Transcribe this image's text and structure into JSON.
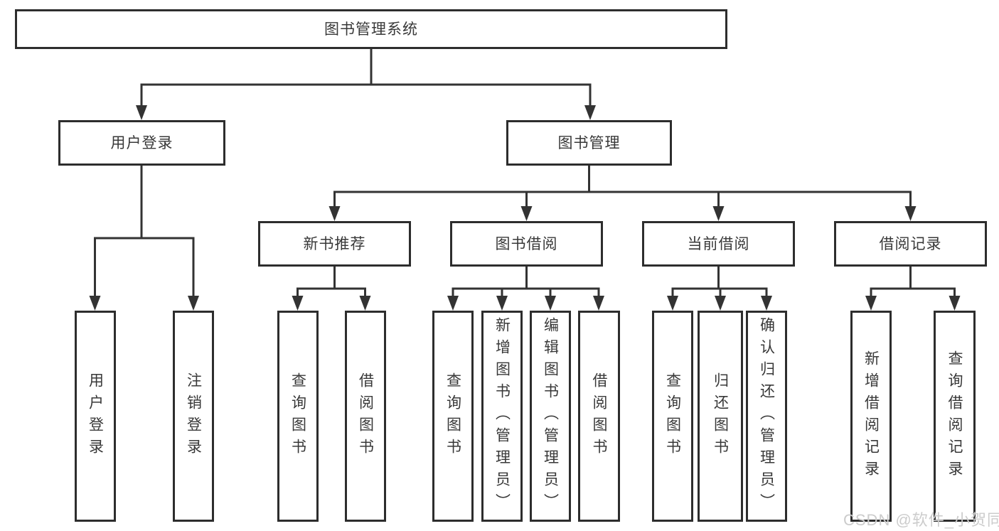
{
  "tree": {
    "root": {
      "label": "图书管理系统"
    },
    "login_branch": {
      "label": "用户登录",
      "children": [
        {
          "label": "用户登录"
        },
        {
          "label": "注销登录"
        }
      ]
    },
    "mgmt_branch": {
      "label": "图书管理",
      "groups": [
        {
          "label": "新书推荐",
          "children": [
            {
              "label": "查询图书"
            },
            {
              "label": "借阅图书"
            }
          ]
        },
        {
          "label": "图书借阅",
          "children": [
            {
              "label": "查询图书"
            },
            {
              "label": "新增图书（管理员）"
            },
            {
              "label": "编辑图书（管理员）"
            },
            {
              "label": "借阅图书"
            }
          ]
        },
        {
          "label": "当前借阅",
          "children": [
            {
              "label": "查询图书"
            },
            {
              "label": "归还图书"
            },
            {
              "label": "确认归还（管理员）"
            }
          ]
        },
        {
          "label": "借阅记录",
          "children": [
            {
              "label": "新增借阅记录"
            },
            {
              "label": "查询借阅记录"
            }
          ]
        }
      ]
    }
  },
  "watermark": "CSDN @软件_小贺同学",
  "colors": {
    "line": "#333333",
    "box_border": "#2d2d2d",
    "text": "#383838",
    "watermark": "#cccccc",
    "background": "#ffffff"
  }
}
